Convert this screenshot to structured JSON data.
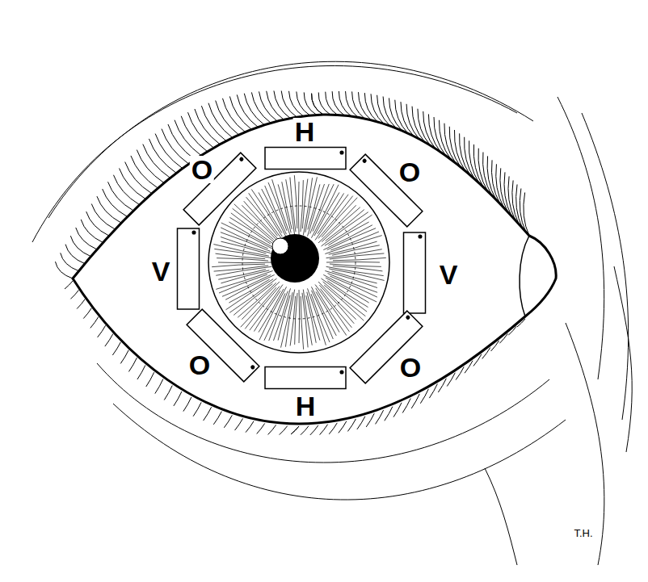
{
  "diagram": {
    "labels": [
      "H",
      "O",
      "O",
      "V",
      "V",
      "O",
      "O",
      "H",
      "T.H."
    ]
  }
}
